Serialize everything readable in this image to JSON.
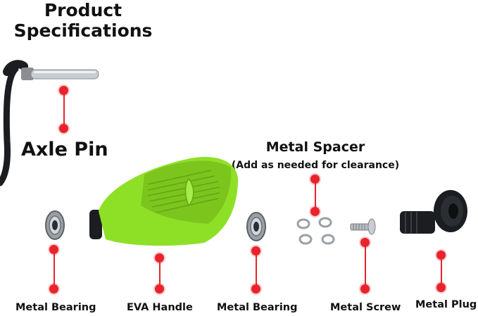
{
  "title": [
    "Product",
    "Specifications"
  ],
  "components": {
    "axle_pin": "Axle Pin",
    "metal_spacer": "Metal Spacer",
    "metal_spacer_note": "(Add as needed for clearance)",
    "metal_bearing_left": "Metal Bearing",
    "eva_handle": "EVA Handle",
    "metal_bearing_right": "Metal Bearing",
    "metal_screw": "Metal Screw",
    "metal_plug": "Metal Plug"
  },
  "colors": {
    "marker": "#e8232b",
    "handle": "#8ee027",
    "metal": "#b8bcc0",
    "dark": "#1b1d21"
  }
}
